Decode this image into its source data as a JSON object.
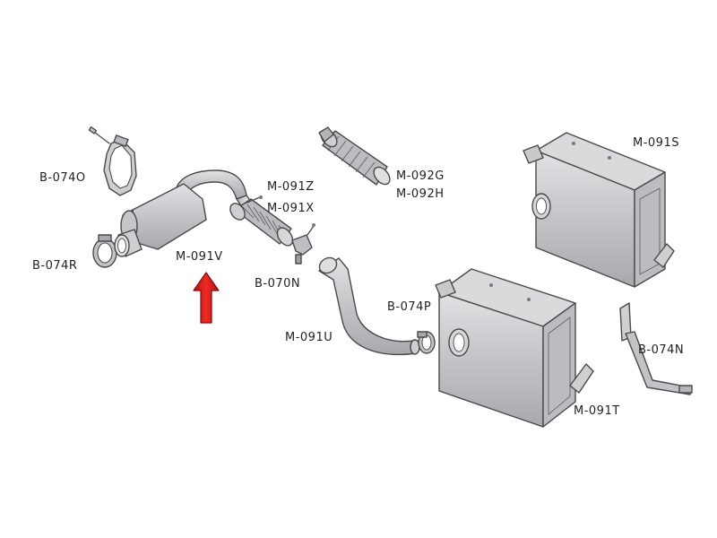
{
  "colors": {
    "part_fill": "#c9c9cc",
    "part_fill_light": "#dcdcdf",
    "part_fill_dark": "#a9a9ad",
    "outline": "#4a4a4a",
    "arrow": "#e1231f"
  },
  "labels": {
    "b074o": "B-074O",
    "b074r": "B-074R",
    "m091v": "M-091V",
    "m091z": "M-091Z",
    "m091x": "M-091X",
    "b070n": "B-070N",
    "m092g": "M-092G",
    "m092h": "M-092H",
    "m091s": "M-091S",
    "m091u": "M-091U",
    "b074p": "B-074P",
    "b074n": "B-074N",
    "m091t": "M-091T"
  },
  "highlight": {
    "part": "M-091V",
    "indicator": "red-up-arrow"
  }
}
